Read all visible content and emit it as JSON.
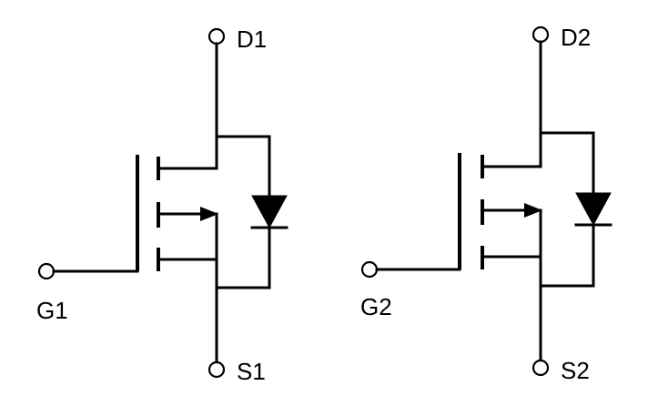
{
  "diagram": {
    "left_mosfet": {
      "drain_label": "D1",
      "gate_label": "G1",
      "source_label": "S1"
    },
    "right_mosfet": {
      "drain_label": "D2",
      "gate_label": "G2",
      "source_label": "S2"
    }
  }
}
